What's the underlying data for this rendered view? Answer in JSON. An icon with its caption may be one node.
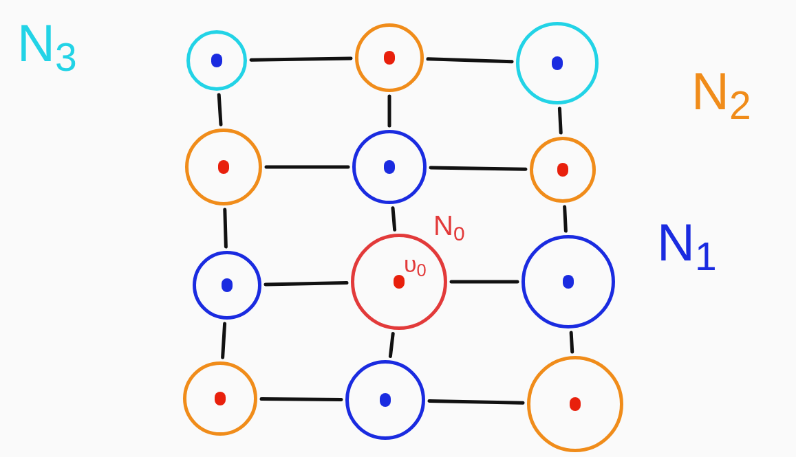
{
  "diagram": {
    "nodes": [
      {
        "text": [],
        "shape": "circle"
      },
      {
        "text": [],
        "shape": "circle"
      },
      {
        "text": [],
        "shape": "circle"
      },
      {
        "text": [],
        "shape": "circle"
      },
      {
        "text": [],
        "shape": "circle"
      },
      {
        "text": [],
        "shape": "circle"
      },
      {
        "text": [],
        "shape": "circle"
      },
      {
        "text": [
          "υ$_{0}$"
        ],
        "beside": [
          "N$_{0}$"
        ]
      },
      {
        "text": [],
        "shape": "circle"
      },
      {
        "text": [],
        "shape": "circle"
      },
      {
        "text": [],
        "shape": "circle"
      },
      {
        "text": [],
        "shape": "circle"
      }
    ],
    "edges": [
      {
        "from": 0,
        "to": 1,
        "arrow": "none"
      },
      {
        "from": 1,
        "to": 2,
        "arrow": "none"
      },
      {
        "from": 3,
        "to": 4,
        "arrow": "none"
      },
      {
        "from": 4,
        "to": 5,
        "arrow": "none"
      },
      {
        "from": 6,
        "to": 7,
        "arrow": "none"
      },
      {
        "from": 7,
        "to": 8,
        "arrow": "none"
      },
      {
        "from": 9,
        "to": 10,
        "arrow": "none"
      },
      {
        "from": 10,
        "to": 11,
        "arrow": "none"
      },
      {
        "from": 0,
        "to": 3,
        "arrow": "none"
      },
      {
        "from": 3,
        "to": 6,
        "arrow": "none"
      },
      {
        "from": 6,
        "to": 9,
        "arrow": "none"
      },
      {
        "from": 1,
        "to": 4,
        "arrow": "none"
      },
      {
        "from": 4,
        "to": 7,
        "arrow": "none"
      },
      {
        "from": 7,
        "to": 10,
        "arrow": "none"
      },
      {
        "from": 2,
        "to": 5,
        "arrow": "none"
      },
      {
        "from": 5,
        "to": 8,
        "arrow": "none"
      },
      {
        "from": 8,
        "to": 11,
        "arrow": "none"
      }
    ],
    "labels": [
      "N$_{3}$",
      "N$_{2}$",
      "N$_{1}$"
    ]
  }
}
